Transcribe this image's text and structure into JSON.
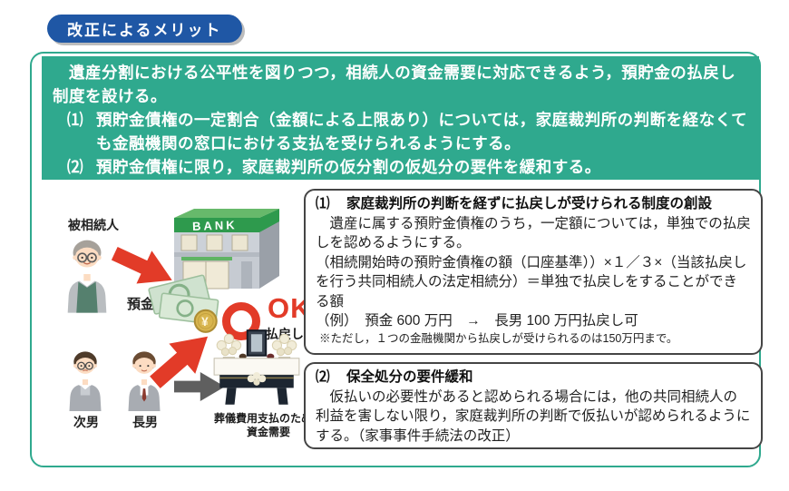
{
  "page_title": "改正によるメリット",
  "colors": {
    "teal": "#2FA98E",
    "title_blue": "#1F57A5",
    "accent_red": "#E23B28",
    "arrow_gray": "#5F5F5F",
    "bank_green": "#2E9A4D"
  },
  "summary_box": {
    "intro": "　遺産分割における公平性を図りつつ，相続人の資金需要に対応できるよう，預貯金の払戻し制度を設ける。",
    "items": [
      {
        "num": "⑴",
        "text": "預貯金債権の一定割合（金額による上限あり）については，家庭裁判所の判断を経なくても金融機関の窓口における支払を受けられるようにする。"
      },
      {
        "num": "⑵",
        "text": "預貯金債権に限り，家庭裁判所の仮分割の仮処分の要件を緩和する。"
      }
    ]
  },
  "illustration": {
    "decedent_label": "被相続人",
    "deposit_label": "預金",
    "bank_sign": "BANK",
    "coin_symbol": "¥",
    "ok_label": "OK",
    "ok_sub_label": "払戻し可",
    "second_son_label": "次男",
    "eldest_son_label": "長男",
    "funeral_caption_line1": "葬儀費用支払のための",
    "funeral_caption_line2": "資金需要"
  },
  "detail_box_1": {
    "num": "⑴",
    "heading": "家庭裁判所の判断を経ずに払戻しが受けられる制度の創設",
    "paragraph": "　遺産に属する預貯金債権のうち，一定額については，単独での払戻しを認めるようにする。",
    "formula": "（相続開始時の預貯金債権の額（口座基準））×１／３×（当該払戻しを行う共同相続人の法定相続分）＝単独で払戻しをすることができる額",
    "example": "（例）　預金 600 万円　→　長男 100 万円払戻し可",
    "note": "※ただし，１つの金融機関から払戻しが受けられるのは150万円まで。"
  },
  "detail_box_2": {
    "num": "⑵",
    "heading": "保全処分の要件緩和",
    "paragraph": "　仮払いの必要性があると認められる場合には，他の共同相続人の利益を害しない限り，家庭裁判所の判断で仮払いが認められるようにする。（家事事件手続法の改正）"
  }
}
